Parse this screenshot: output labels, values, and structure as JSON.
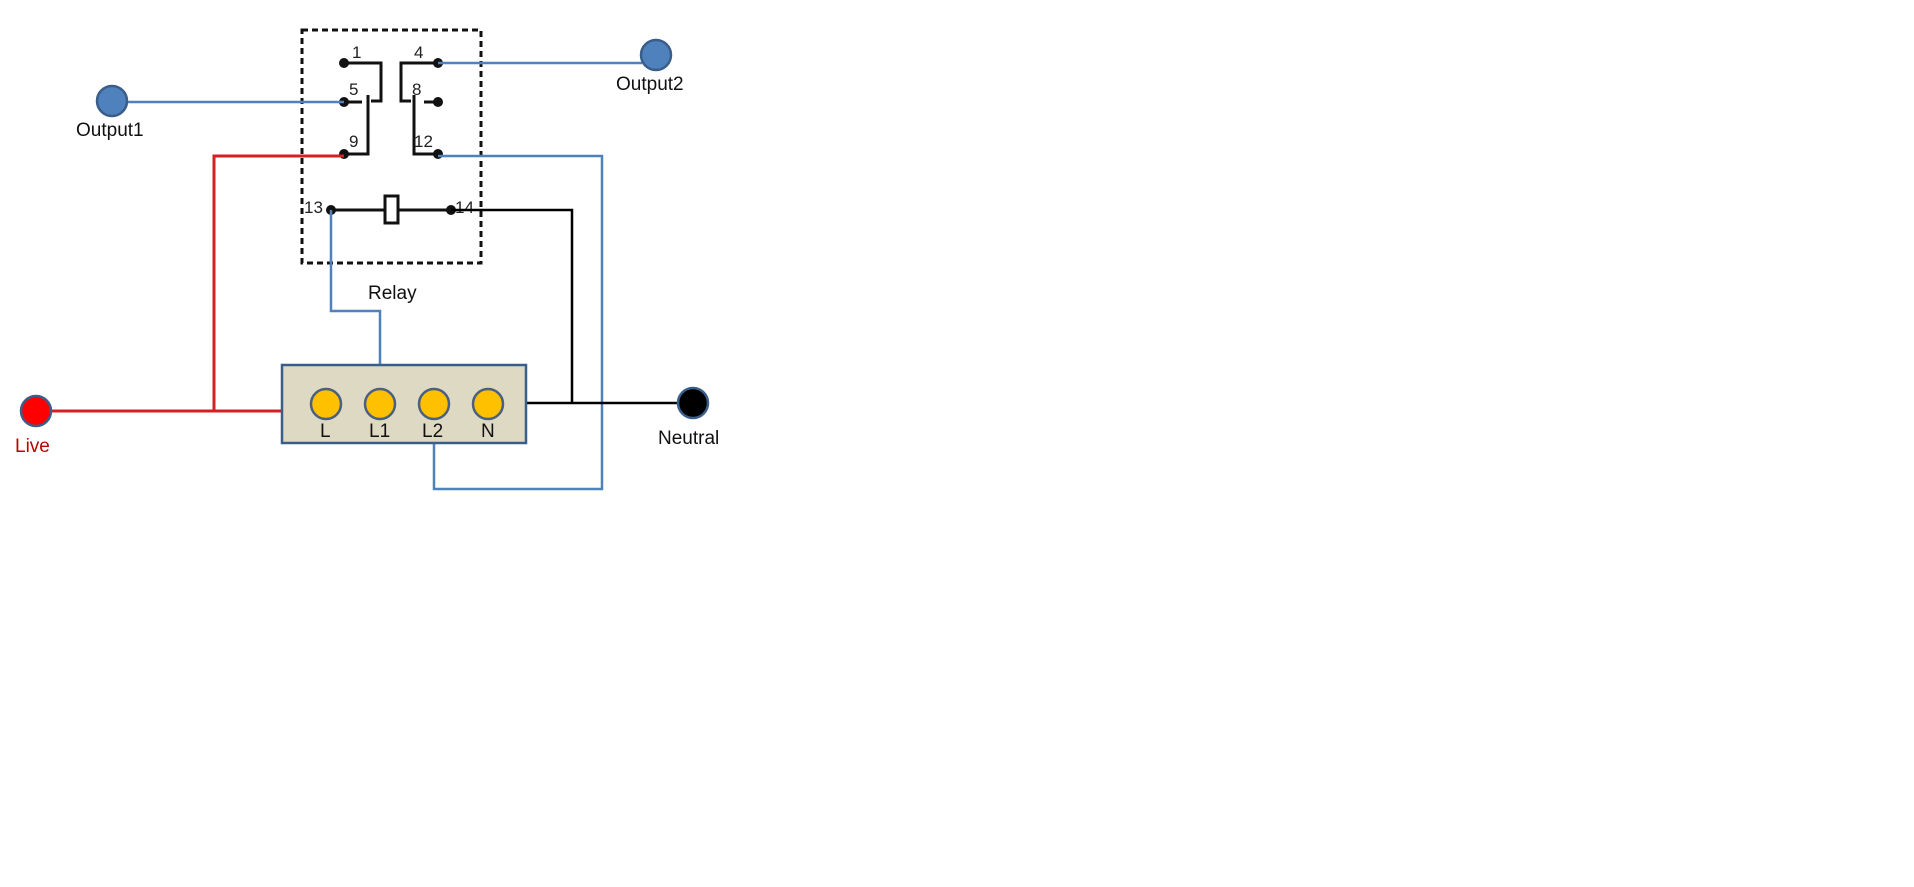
{
  "relay": {
    "label": "Relay",
    "pins": {
      "p1": "1",
      "p4": "4",
      "p5": "5",
      "p8": "8",
      "p9": "9",
      "p12": "12",
      "p13": "13",
      "p14": "14"
    }
  },
  "terminals": {
    "output1": "Output1",
    "output2": "Output2",
    "live": "Live",
    "neutral": "Neutral"
  },
  "block": {
    "L": "L",
    "L1": "L1",
    "L2": "L2",
    "N": "N"
  },
  "colors": {
    "live_wire": "#d42020",
    "signal_wire": "#4f81bd",
    "neutral_wire": "#000000",
    "output_node": "#4f81bd",
    "live_node": "#ff0000",
    "neutral_node": "#000000",
    "block_fill": "#ddd9c3",
    "block_border": "#3a5d8a",
    "block_terminal": "#ffc000"
  }
}
